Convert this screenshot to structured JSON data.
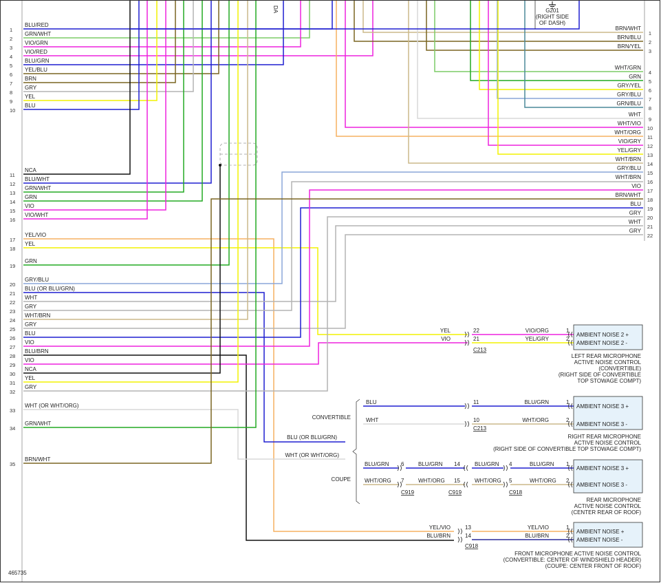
{
  "diagram_id": "465735",
  "top_partial_label": "DA",
  "colors": {
    "BLU": "#1f1fd0",
    "GRN": "#22aa22",
    "GRY": "#b4b4b4",
    "YEL": "#f2f200",
    "VIO": "#ee22dd",
    "BRN": "#7a6520",
    "WHT": "#d8d8d8",
    "BLK": "#111111",
    "ORG": "#f5b060",
    "TAN": "#cbb98a",
    "LGRN": "#7ccc66",
    "LBLU": "#8aa6d8",
    "TEAL": "#4a8898",
    "RED": "#e02020"
  },
  "ground": {
    "label": "G201",
    "note_line1": "(RIGHT SIDE",
    "note_line2": "OF DASH)"
  },
  "left_pins": [
    {
      "num": "1",
      "label": "BLU/RED"
    },
    {
      "num": "2",
      "label": "GRN/WHT"
    },
    {
      "num": "3",
      "label": "VIO/GRN"
    },
    {
      "num": "4",
      "label": "VIO/RED"
    },
    {
      "num": "5",
      "label": "BLU/GRN"
    },
    {
      "num": "6",
      "label": "YEL/BLU"
    },
    {
      "num": "7",
      "label": "BRN"
    },
    {
      "num": "8",
      "label": "GRY"
    },
    {
      "num": "9",
      "label": "YEL"
    },
    {
      "num": "10",
      "label": "BLU"
    },
    {
      "num": "11",
      "label": "NCA"
    },
    {
      "num": "12",
      "label": "BLU/WHT"
    },
    {
      "num": "13",
      "label": "GRN/WHT"
    },
    {
      "num": "14",
      "label": "GRN"
    },
    {
      "num": "15",
      "label": "VIO"
    },
    {
      "num": "16",
      "label": "VIO/WHT"
    },
    {
      "num": "17",
      "label": "YEL/VIO"
    },
    {
      "num": "18",
      "label": "YEL"
    },
    {
      "num": "19",
      "label": "GRN"
    },
    {
      "num": "20",
      "label": "GRY/BLU"
    },
    {
      "num": "21",
      "label": "BLU   (OR BLU/GRN)"
    },
    {
      "num": "22",
      "label": "WHT"
    },
    {
      "num": "23",
      "label": "GRY"
    },
    {
      "num": "24",
      "label": "WHT/BRN"
    },
    {
      "num": "25",
      "label": "GRY"
    },
    {
      "num": "26",
      "label": "BLU"
    },
    {
      "num": "27",
      "label": "VIO"
    },
    {
      "num": "28",
      "label": "BLU/BRN"
    },
    {
      "num": "29",
      "label": "VIO"
    },
    {
      "num": "30",
      "label": "NCA"
    },
    {
      "num": "31",
      "label": "YEL"
    },
    {
      "num": "32",
      "label": "GRY"
    },
    {
      "num": "33",
      "label": "WHT   (OR WHT/ORG)"
    },
    {
      "num": "34",
      "label": "GRN/WHT"
    },
    {
      "num": "35",
      "label": "BRN/WHT"
    }
  ],
  "right_pins": [
    {
      "num": "1",
      "label": "BRN/WHT"
    },
    {
      "num": "2",
      "label": "BRN/BLU"
    },
    {
      "num": "3",
      "label": "BRN/YEL"
    },
    {
      "num": "4",
      "label": "WHT/GRN"
    },
    {
      "num": "5",
      "label": "GRN"
    },
    {
      "num": "6",
      "label": "GRY/YEL"
    },
    {
      "num": "7",
      "label": "GRY/BLU"
    },
    {
      "num": "8",
      "label": "GRN/BLU"
    },
    {
      "num": "9",
      "label": "WHT"
    },
    {
      "num": "10",
      "label": "WHT/VIO"
    },
    {
      "num": "11",
      "label": "WHT/ORG"
    },
    {
      "num": "12",
      "label": "VIO/GRY"
    },
    {
      "num": "13",
      "label": "YEL/GRY"
    },
    {
      "num": "14",
      "label": "WHT/BRN"
    },
    {
      "num": "15",
      "label": "GRY/BLU"
    },
    {
      "num": "16",
      "label": "WHT/BRN"
    },
    {
      "num": "17",
      "label": "VIO"
    },
    {
      "num": "18",
      "label": "BRN/WHT"
    },
    {
      "num": "19",
      "label": "BLU"
    },
    {
      "num": "20",
      "label": "GRY"
    },
    {
      "num": "21",
      "label": "WHT"
    },
    {
      "num": "22",
      "label": "GRY"
    }
  ],
  "c213_top": {
    "name": "C213",
    "rows": [
      {
        "in": "YEL",
        "pin": "22",
        "out": "VIO/ORG",
        "comp_pin": "1",
        "signal": "AMBIENT NOISE 2 +"
      },
      {
        "in": "VIO",
        "pin": "21",
        "out": "YEL/GRY",
        "comp_pin": "2",
        "signal": "AMBIENT NOISE 2 -"
      }
    ],
    "caption": [
      "LEFT REAR MICROPHONE",
      "ACTIVE NOISE CONTROL",
      "(CONVERTIBLE)",
      "(RIGHT SIDE OF CONVERTIBLE",
      "TOP STOWAGE COMPT)"
    ]
  },
  "convertible": {
    "label": "CONVERTIBLE",
    "connector": "C213",
    "rows": [
      {
        "in": "BLU",
        "pin": "11",
        "out": "BLU/GRN",
        "comp_pin": "1",
        "signal": "AMBIENT NOISE 3 +"
      },
      {
        "in": "WHT",
        "pin": "10",
        "out": "WHT/ORG",
        "comp_pin": "2",
        "signal": "AMBIENT NOISE 3 -"
      }
    ],
    "caption": [
      "RIGHT REAR MICROPHONE",
      "ACTIVE NOISE CONTROL",
      "(RIGHT SIDE OF CONVERTIBLE TOP STOWAGE COMPT)"
    ]
  },
  "split_labels": [
    "BLU  (OR BLU/GRN)",
    "WHT (OR WHT/ORG)"
  ],
  "coupe": {
    "label": "COUPE",
    "rows": [
      {
        "w1": "BLU/GRN",
        "p1": "6",
        "w2": "BLU/GRN",
        "p2": "14",
        "w3": "BLU/GRN",
        "p3": "4",
        "w4": "BLU/GRN",
        "comp_pin": "1",
        "signal": "AMBIENT NOISE 3 +"
      },
      {
        "w1": "WHT/ORG",
        "p1": "7",
        "w2": "WHT/ORG",
        "p2": "15",
        "w3": "WHT/ORG",
        "p3": "5",
        "w4": "WHT/ORG",
        "comp_pin": "2",
        "signal": "AMBIENT NOISE 3 -"
      }
    ],
    "connectors": [
      "C919",
      "C919",
      "C918"
    ],
    "caption": [
      "REAR MICROPHONE",
      "ACTIVE NOISE CONTROL",
      "(CENTER REAR OF ROOF)"
    ]
  },
  "front": {
    "connector": "C918",
    "rows": [
      {
        "in": "YEL/VIO",
        "pin": "13",
        "out": "YEL/VIO",
        "comp_pin": "1",
        "signal": "AMBIENT NOISE +"
      },
      {
        "in": "BLU/BRN",
        "pin": "14",
        "out": "BLU/BRN",
        "comp_pin": "2",
        "signal": "AMBIENT NOISE -"
      }
    ],
    "caption": [
      "FRONT MICROPHONE ACTIVE NOISE CONTROL",
      "(CONVERTIBLE: CENTER OF WINDSHIELD HEADER)",
      "(COUPE: CENTER FRONT OF ROOF)"
    ]
  }
}
